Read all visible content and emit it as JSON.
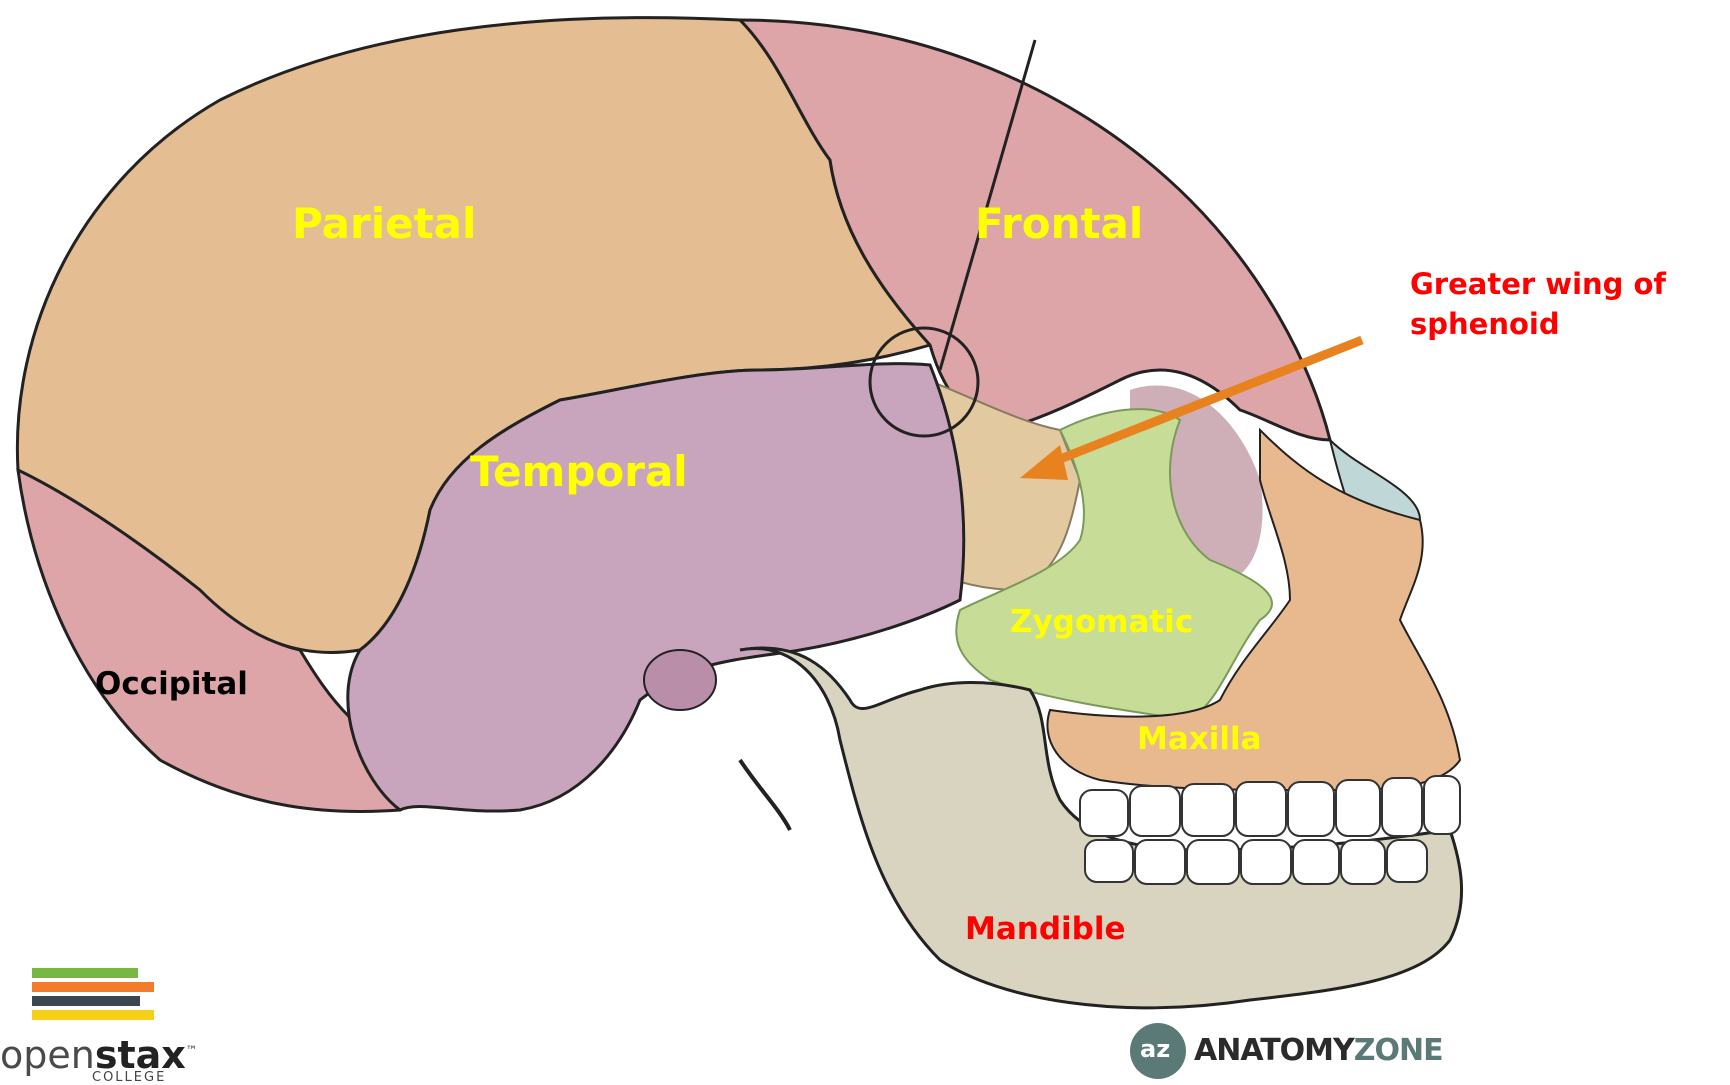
{
  "labels": {
    "parietal": "Parietal",
    "frontal": "Frontal",
    "temporal": "Temporal",
    "zygomatic": "Zygomatic",
    "occipital": "Occipital",
    "maxilla": "Maxilla",
    "mandible": "Mandible",
    "greater_wing_line1": "Greater wing of",
    "greater_wing_line2": "sphenoid"
  },
  "logos": {
    "openstax_prefix": "open",
    "openstax_bold": "stax",
    "openstax_tm": "™",
    "openstax_sub": "COLLEGE",
    "anatomyzone_badge": "az",
    "anatomyzone_word1": "ANATOMY",
    "anatomyzone_word2": "ZONE"
  },
  "colors": {
    "parietal": "#e4bd92",
    "frontal": "#dea5a8",
    "temporal": "#c9a5bd",
    "sphenoid": "#e2c9a0",
    "zygomatic": "#c6dc97",
    "occipital": "#dea5a8",
    "maxilla": "#e8b98e",
    "mandible": "#d8d4bf",
    "nasal": "#bfd7d6",
    "teeth": "#ffffff",
    "label_yellow": "#ffff00",
    "label_red": "#ff0000",
    "label_black": "#000000",
    "arrow": "#e8821e"
  }
}
